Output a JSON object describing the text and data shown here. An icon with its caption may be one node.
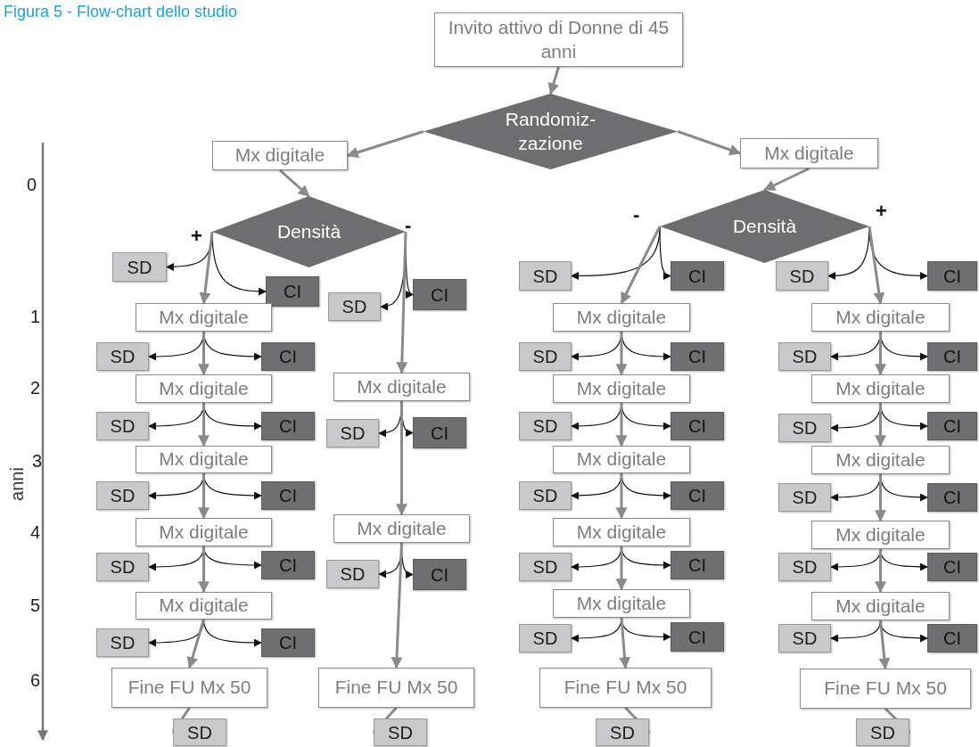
{
  "diagram": {
    "title": "Figura 5 - Flow-chart dello studio",
    "nodes": [
      {
        "text": [
          "Invito attivo di Donne di 45 anni"
        ]
      },
      {
        "text": [
          "Randomiz- zazione"
        ]
      },
      {
        "text": [
          "Mx digitale"
        ]
      },
      {
        "text": [
          "Mx digitale"
        ]
      },
      {
        "text": [
          "Densità"
        ]
      },
      {
        "text": [
          "Densità"
        ]
      },
      {
        "text": [
          "SD"
        ]
      },
      {
        "text": [
          "SD"
        ]
      },
      {
        "text": [
          "CI"
        ]
      },
      {
        "text": [
          "SD"
        ]
      },
      {
        "text": [
          "CI"
        ]
      },
      {
        "text": [
          "CI"
        ]
      },
      {
        "text": [
          "CI"
        ]
      },
      {
        "text": [
          "SD"
        ]
      },
      {
        "text": [
          "Mx digitale"
        ]
      },
      {
        "text": [
          "Mx digitale"
        ]
      },
      {
        "text": [
          "Mx digitale"
        ]
      },
      {
        "text": [
          "SD"
        ]
      },
      {
        "text": [
          "CI"
        ]
      },
      {
        "text": [
          "SD"
        ]
      },
      {
        "text": [
          "CI"
        ]
      },
      {
        "text": [
          "SD"
        ]
      },
      {
        "text": [
          "CI"
        ]
      },
      {
        "text": [
          "Mx digitale"
        ]
      },
      {
        "text": [
          "Mx digitale"
        ]
      },
      {
        "text": [
          "Mx digitale"
        ]
      },
      {
        "text": [
          "Mx digitale"
        ]
      },
      {
        "text": [
          "SD"
        ]
      },
      {
        "text": [
          "CI"
        ]
      },
      {
        "text": [
          "SD"
        ]
      },
      {
        "text": [
          "CI"
        ]
      },
      {
        "text": [
          "SD"
        ]
      },
      {
        "text": [
          "CI"
        ]
      },
      {
        "text": [
          "SD"
        ]
      },
      {
        "text": [
          "CI"
        ]
      },
      {
        "text": [
          "Mx digitale"
        ]
      },
      {
        "text": [
          "Mx digitale"
        ]
      },
      {
        "text": [
          "Mx digitale"
        ]
      },
      {
        "text": [
          "SD"
        ]
      },
      {
        "text": [
          "CI"
        ]
      },
      {
        "text": [
          "SD"
        ]
      },
      {
        "text": [
          "CI"
        ]
      },
      {
        "text": [
          "SD"
        ]
      },
      {
        "text": [
          "CI"
        ]
      },
      {
        "text": [
          "Mx digitale"
        ]
      },
      {
        "text": [
          "Mx digitale"
        ]
      },
      {
        "text": [
          "Mx digitale"
        ]
      },
      {
        "text": [
          "Mx digitale"
        ]
      },
      {
        "text": [
          "SD"
        ]
      },
      {
        "text": [
          "CI"
        ]
      },
      {
        "text": [
          "SD"
        ]
      },
      {
        "text": [
          "CI"
        ]
      },
      {
        "text": [
          "SD"
        ]
      },
      {
        "text": [
          "CI"
        ]
      },
      {
        "text": [
          "SD"
        ]
      },
      {
        "text": [
          "CI"
        ]
      },
      {
        "text": [
          "Mx digitale"
        ]
      },
      {
        "text": [
          "Mx digitale"
        ]
      },
      {
        "text": [
          "Mx digitale"
        ]
      },
      {
        "text": [
          "SD"
        ]
      },
      {
        "text": [
          "CI"
        ]
      },
      {
        "text": [
          "SD"
        ]
      },
      {
        "text": [
          "CI"
        ]
      },
      {
        "text": [
          "SD"
        ]
      },
      {
        "text": [
          "CI"
        ]
      },
      {
        "text": [
          "Fine FU Mx 50"
        ]
      },
      {
        "text": [
          "Fine FU Mx 50"
        ]
      },
      {
        "text": [
          "Fine FU Mx 50"
        ]
      },
      {
        "text": [
          "Fine FU Mx 50"
        ]
      },
      {
        "text": [
          "SD"
        ]
      },
      {
        "text": [
          "SD"
        ]
      },
      {
        "text": [
          "SD"
        ]
      },
      {
        "text": [
          "SD"
        ]
      }
    ],
    "edges": [
      {
        "from": 0,
        "to": 1,
        "arrow": "to",
        "style": "thick",
        "color": "#8a8a8c"
      },
      {
        "from": 1,
        "to": 2,
        "arrow": "to",
        "style": "thick",
        "color": "#8a8a8c"
      },
      {
        "from": 1,
        "to": 3,
        "arrow": "to",
        "style": "thick",
        "color": "#8a8a8c"
      },
      {
        "from": 2,
        "to": 4,
        "arrow": "to",
        "style": "thick",
        "color": "#8a8a8c"
      },
      {
        "from": 3,
        "to": 5,
        "arrow": "to",
        "style": "thick",
        "color": "#8a8a8c"
      },
      {
        "from": 4,
        "to": 6,
        "arrow": "to"
      },
      {
        "from": 4,
        "to": 11,
        "arrow": "to"
      },
      {
        "from": 4,
        "to": 14,
        "arrow": "to",
        "style": "thick",
        "color": "#8a8a8c"
      },
      {
        "from": 4,
        "to": 13,
        "arrow": "to"
      },
      {
        "from": 4,
        "to": 12,
        "arrow": "to"
      },
      {
        "from": 4,
        "to": 24,
        "arrow": "to",
        "style": "thick",
        "color": "#8a8a8c"
      },
      {
        "from": 5,
        "to": 7,
        "arrow": "to"
      },
      {
        "from": 5,
        "to": 8,
        "arrow": "to"
      },
      {
        "from": 5,
        "to": 15,
        "arrow": "to",
        "style": "thick",
        "color": "#8a8a8c"
      },
      {
        "from": 5,
        "to": 9,
        "arrow": "to"
      },
      {
        "from": 5,
        "to": 10,
        "arrow": "to"
      },
      {
        "from": 5,
        "to": 16,
        "arrow": "to",
        "style": "thick",
        "color": "#8a8a8c"
      },
      {
        "from": 14,
        "to": 17,
        "arrow": "to"
      },
      {
        "from": 14,
        "to": 18,
        "arrow": "to"
      },
      {
        "from": 14,
        "to": 23,
        "arrow": "to",
        "style": "thick",
        "color": "#8a8a8c"
      },
      {
        "from": 23,
        "to": 27,
        "arrow": "to"
      },
      {
        "from": 23,
        "to": 28,
        "arrow": "to"
      },
      {
        "from": 23,
        "to": 35,
        "arrow": "to",
        "style": "thick",
        "color": "#8a8a8c"
      },
      {
        "from": 35,
        "to": 38,
        "arrow": "to"
      },
      {
        "from": 35,
        "to": 39,
        "arrow": "to"
      },
      {
        "from": 35,
        "to": 44,
        "arrow": "to",
        "style": "thick",
        "color": "#8a8a8c"
      },
      {
        "from": 44,
        "to": 48,
        "arrow": "to"
      },
      {
        "from": 44,
        "to": 49,
        "arrow": "to"
      },
      {
        "from": 44,
        "to": 56,
        "arrow": "to",
        "style": "thick",
        "color": "#8a8a8c"
      },
      {
        "from": 56,
        "to": 59,
        "arrow": "to"
      },
      {
        "from": 56,
        "to": 60,
        "arrow": "to"
      },
      {
        "from": 56,
        "to": 65,
        "arrow": "to",
        "style": "thick",
        "color": "#8a8a8c"
      },
      {
        "from": 65,
        "to": 69,
        "arrow": "to",
        "style": "thick",
        "color": "#8a8a8c"
      },
      {
        "from": 24,
        "to": 29,
        "arrow": "to"
      },
      {
        "from": 24,
        "to": 30,
        "arrow": "to"
      },
      {
        "from": 24,
        "to": 45,
        "arrow": "to",
        "style": "thick",
        "color": "#8a8a8c"
      },
      {
        "from": 45,
        "to": 50,
        "arrow": "to"
      },
      {
        "from": 45,
        "to": 51,
        "arrow": "to"
      },
      {
        "from": 45,
        "to": 66,
        "arrow": "to",
        "style": "thick",
        "color": "#8a8a8c"
      },
      {
        "from": 66,
        "to": 70,
        "arrow": "to",
        "style": "thick",
        "color": "#8a8a8c"
      },
      {
        "from": 15,
        "to": 19,
        "arrow": "to"
      },
      {
        "from": 15,
        "to": 20,
        "arrow": "to"
      },
      {
        "from": 15,
        "to": 25,
        "arrow": "to",
        "style": "thick",
        "color": "#8a8a8c"
      },
      {
        "from": 25,
        "to": 31,
        "arrow": "to"
      },
      {
        "from": 25,
        "to": 32,
        "arrow": "to"
      },
      {
        "from": 25,
        "to": 36,
        "arrow": "to",
        "style": "thick",
        "color": "#8a8a8c"
      },
      {
        "from": 36,
        "to": 40,
        "arrow": "to"
      },
      {
        "from": 36,
        "to": 41,
        "arrow": "to"
      },
      {
        "from": 36,
        "to": 46,
        "arrow": "to",
        "style": "thick",
        "color": "#8a8a8c"
      },
      {
        "from": 46,
        "to": 52,
        "arrow": "to"
      },
      {
        "from": 46,
        "to": 53,
        "arrow": "to"
      },
      {
        "from": 46,
        "to": 57,
        "arrow": "to",
        "style": "thick",
        "color": "#8a8a8c"
      },
      {
        "from": 57,
        "to": 61,
        "arrow": "to"
      },
      {
        "from": 57,
        "to": 62,
        "arrow": "to"
      },
      {
        "from": 57,
        "to": 67,
        "arrow": "to",
        "style": "thick",
        "color": "#8a8a8c"
      },
      {
        "from": 67,
        "to": 71,
        "arrow": "to",
        "style": "thick",
        "color": "#8a8a8c"
      },
      {
        "from": 16,
        "to": 21,
        "arrow": "to"
      },
      {
        "from": 16,
        "to": 22,
        "arrow": "to"
      },
      {
        "from": 16,
        "to": 26,
        "arrow": "to",
        "style": "thick",
        "color": "#8a8a8c"
      },
      {
        "from": 26,
        "to": 33,
        "arrow": "to"
      },
      {
        "from": 26,
        "to": 34,
        "arrow": "to"
      },
      {
        "from": 26,
        "to": 37,
        "arrow": "to",
        "style": "thick",
        "color": "#8a8a8c"
      },
      {
        "from": 37,
        "to": 42,
        "arrow": "to"
      },
      {
        "from": 37,
        "to": 43,
        "arrow": "to"
      },
      {
        "from": 37,
        "to": 47,
        "arrow": "to",
        "style": "thick",
        "color": "#8a8a8c"
      },
      {
        "from": 47,
        "to": 54,
        "arrow": "to"
      },
      {
        "from": 47,
        "to": 55,
        "arrow": "to"
      },
      {
        "from": 47,
        "to": 58,
        "arrow": "to",
        "style": "thick",
        "color": "#8a8a8c"
      },
      {
        "from": 58,
        "to": 63,
        "arrow": "to"
      },
      {
        "from": 58,
        "to": 64,
        "arrow": "to"
      },
      {
        "from": 58,
        "to": 68,
        "arrow": "to",
        "style": "thick",
        "color": "#8a8a8c"
      },
      {
        "from": 68,
        "to": 72,
        "arrow": "to",
        "style": "thick",
        "color": "#8a8a8c"
      }
    ],
    "labels": [
      "0",
      "+",
      "-",
      "-",
      "+",
      "1",
      "2",
      "3",
      "anni",
      "4",
      "5",
      "6"
    ]
  }
}
